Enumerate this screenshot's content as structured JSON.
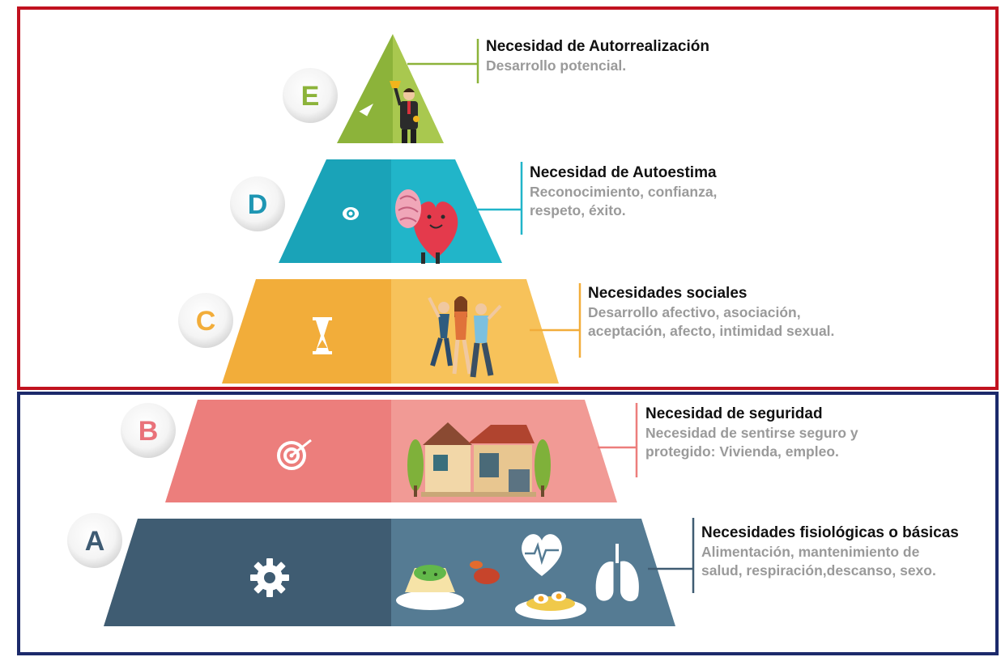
{
  "levels": [
    {
      "letter": "E",
      "title": "Necesidad de Autorrealización",
      "lines": [
        "Desarrollo potencial."
      ],
      "color_dark": "#8cb33a",
      "color_light": "#a9c84f",
      "letter_color": "#8cb33a",
      "icon": "trophy-businessman-icon"
    },
    {
      "letter": "D",
      "title": "Necesidad de Autoestima",
      "lines": [
        "Reconocimiento, confianza,",
        "respeto, éxito."
      ],
      "color_dark": "#1aa3b8",
      "color_light": "#21b5c9",
      "letter_color": "#1e96b3",
      "icon": "eye-icon"
    },
    {
      "letter": "C",
      "title": "Necesidades sociales",
      "lines": [
        "Desarrollo afectivo, asociación,",
        "aceptación, afecto, intimidad sexual."
      ],
      "color_dark": "#f2ad3a",
      "color_light": "#f7c25a",
      "letter_color": "#f2ad3a",
      "icon": "hourglass-icon"
    },
    {
      "letter": "B",
      "title": "Necesidad de seguridad",
      "lines": [
        "Necesidad de sentirse seguro y",
        "protegido: Vivienda, empleo."
      ],
      "color_dark": "#ec7e7c",
      "color_light": "#f19a95",
      "letter_color": "#e9727a",
      "icon": "target-icon"
    },
    {
      "letter": "A",
      "title": "Necesidades fisiológicas o básicas",
      "lines": [
        "Alimentación, mantenimiento de",
        "salud, respiración,descanso, sexo."
      ],
      "color_dark": "#3f5c72",
      "color_light": "#557b93",
      "letter_color": "#3e5b73",
      "icon": "gear-icon"
    }
  ],
  "colors": {
    "top_frame": "#c1121f",
    "bottom_frame": "#1c2a6b"
  }
}
